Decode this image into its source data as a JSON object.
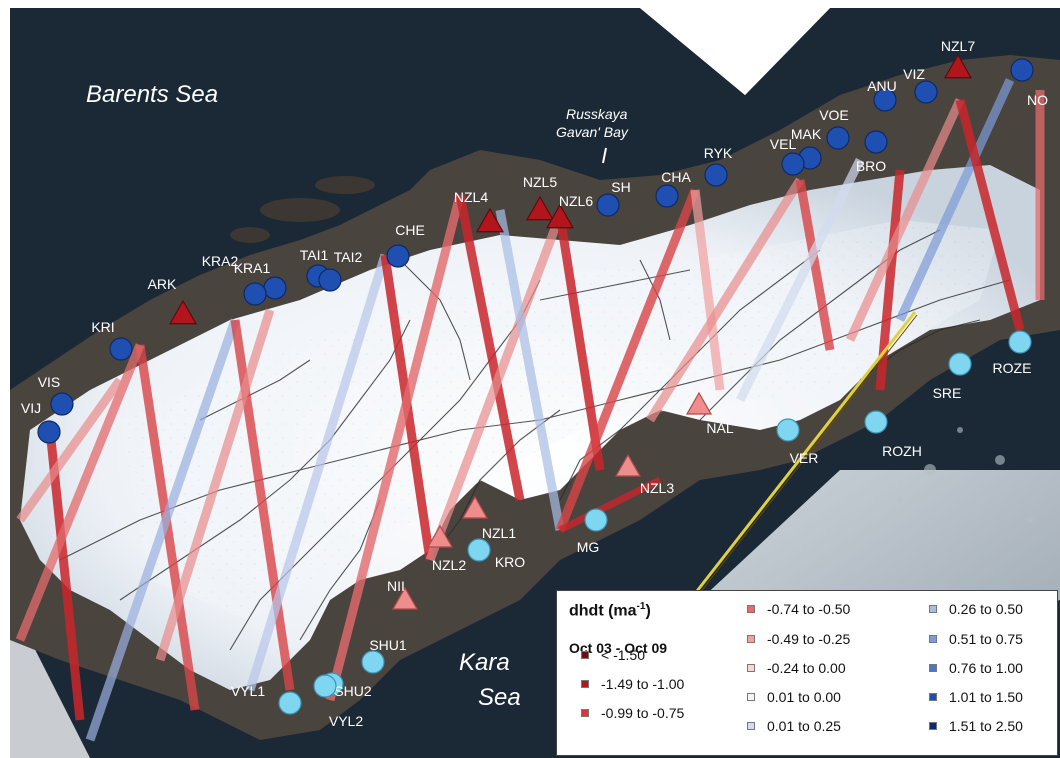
{
  "seas": {
    "barents": "Barents Sea",
    "kara_line1": "Kara",
    "kara_line2": "Sea"
  },
  "bay": {
    "line1": "Russkaya",
    "line2": "Gavan' Bay"
  },
  "markers": {
    "dark_blue_circles": [
      {
        "label": "ANU"
      },
      {
        "label": "VIZ"
      },
      {
        "label": "NO"
      },
      {
        "label": "VOE"
      },
      {
        "label": "BRO"
      },
      {
        "label": "MAK"
      },
      {
        "label": "VEL"
      },
      {
        "label": "RYK"
      },
      {
        "label": "CHA"
      },
      {
        "label": "SH"
      },
      {
        "label": "CHE"
      },
      {
        "label": "TAI1"
      },
      {
        "label": "TAI2"
      },
      {
        "label": "KRA1"
      },
      {
        "label": "KRA2"
      },
      {
        "label": "KRI"
      },
      {
        "label": "VIS"
      },
      {
        "label": "VIJ"
      }
    ],
    "light_blue_circles": [
      {
        "label": "ROZE"
      },
      {
        "label": "SRE"
      },
      {
        "label": "ROZH"
      },
      {
        "label": "VER"
      },
      {
        "label": "MG"
      },
      {
        "label": "KRO"
      },
      {
        "label": "SHU1"
      },
      {
        "label": "SHU2"
      },
      {
        "label": "VYL1"
      },
      {
        "label": "VYL2"
      }
    ],
    "dark_red_triangles": [
      {
        "label": "NZL7"
      },
      {
        "label": "NZL4"
      },
      {
        "label": "NZL5"
      },
      {
        "label": "NZL6"
      },
      {
        "label": "ARK"
      }
    ],
    "light_red_triangles": [
      {
        "label": "NAL"
      },
      {
        "label": "NZL3"
      },
      {
        "label": "NZL1"
      },
      {
        "label": "NZL2"
      },
      {
        "label": "NII"
      }
    ]
  },
  "legend": {
    "title": "dhdt  (ma",
    "title_superscript": "-1",
    "title_close": ")",
    "period": "Oct 03 - Oct 09",
    "items": [
      {
        "label": "< -1.50",
        "color": "#6b0f14"
      },
      {
        "label": "-1.49 to -1.00",
        "color": "#b3151c"
      },
      {
        "label": "-0.99 to -0.75",
        "color": "#d63a3f"
      },
      {
        "label": "-0.74 to -0.50",
        "color": "#e86a6c"
      },
      {
        "label": "-0.49 to -0.25",
        "color": "#f2a0a0"
      },
      {
        "label": "-0.24 to 0.00",
        "color": "#f8d4d2"
      },
      {
        "label": "0.01 to 0.00",
        "color": "#f5f5f5"
      },
      {
        "label": "0.01 to 0.25",
        "color": "#d2dcf0"
      },
      {
        "label": "0.26 to 0.50",
        "color": "#a9bde5"
      },
      {
        "label": "0.51 to 0.75",
        "color": "#7d9bd8"
      },
      {
        "label": "0.76 to 1.00",
        "color": "#4f75c6"
      },
      {
        "label": "1.01 to 1.50",
        "color": "#1f4fb0"
      },
      {
        "label": "1.51 to 2.50",
        "color": "#0c2a6e"
      }
    ]
  },
  "colors": {
    "ocean": "#1b2836",
    "ice": "#f4f6fa",
    "land": "#4a443f",
    "dark_blue_marker": "#1f4fb0",
    "light_blue_marker": "#7fd6f0",
    "dark_red_marker": "#b3151c",
    "light_red_marker": "#ef8c8c"
  }
}
